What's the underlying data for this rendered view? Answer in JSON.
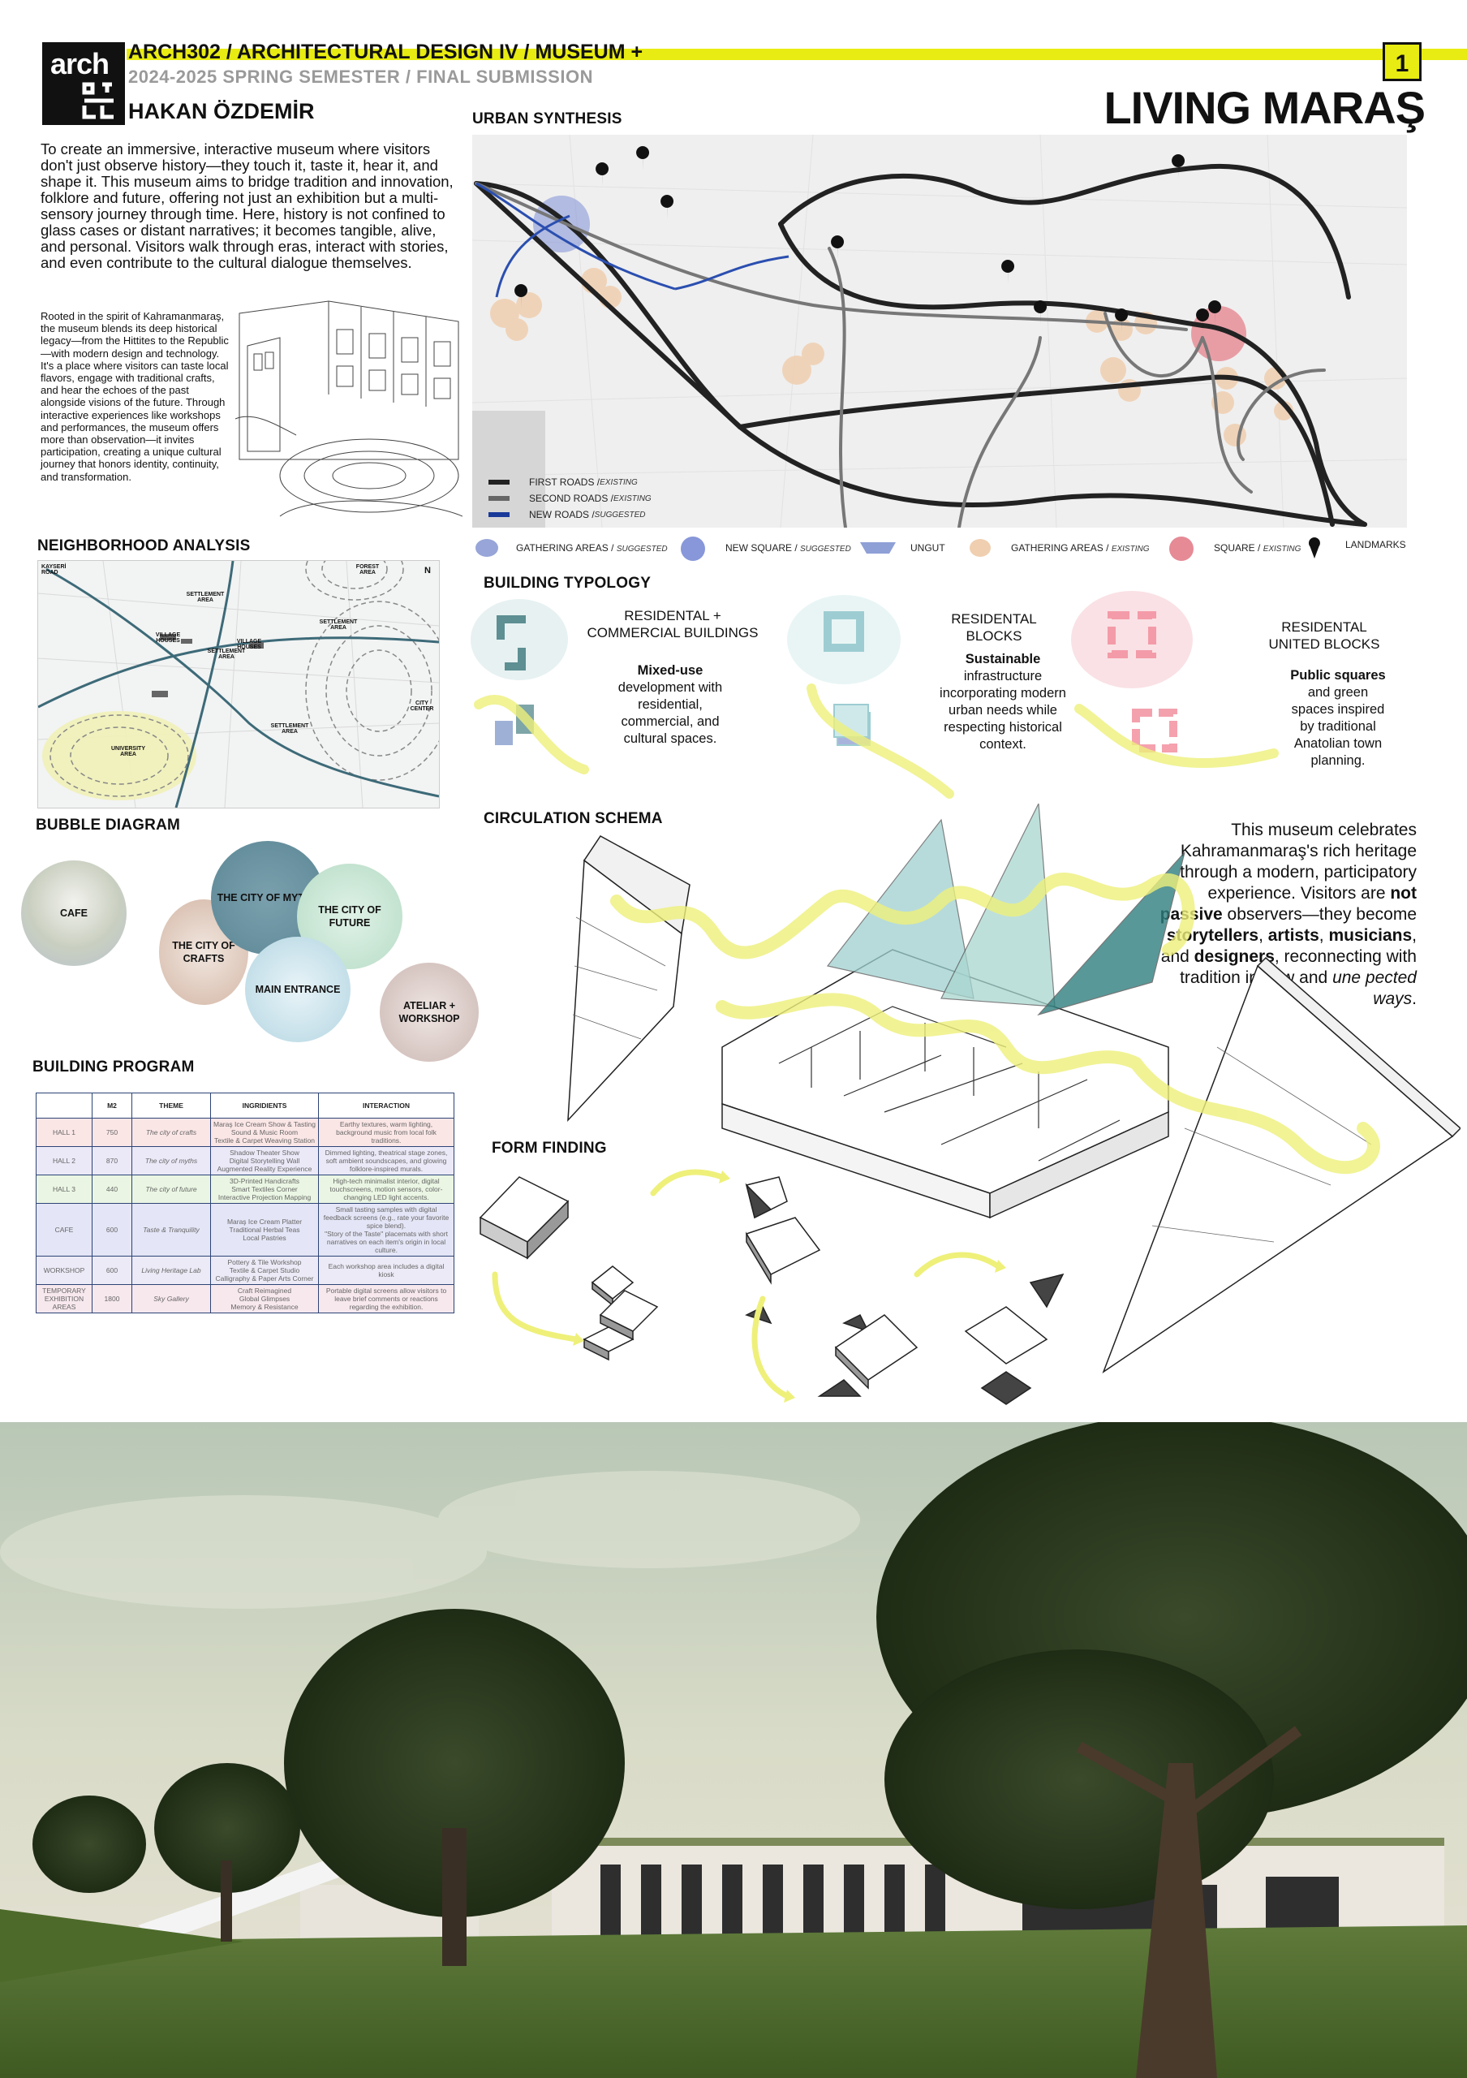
{
  "header": {
    "logo_word": "arch",
    "course": "ARCH302 / ARCHITECTURAL DESIGN IV / MUSEUM +",
    "semester": "2024-2025 SPRING SEMESTER / FINAL SUBMISSION",
    "author": "HAKAN ÖZDEMİR",
    "page_number": "1",
    "title": "LIVING MARAŞ"
  },
  "intro": {
    "paragraph1": "To create an immersive, interactive museum where visitors don't just observe history—they touch it, taste it, hear it, and shape it. This museum aims to bridge tradition and innovation, folklore and future, offering not just an exhibition but a multi-sensory journey through time. Here, history is not confined to glass cases or distant narratives; it becomes tangible, alive, and personal. Visitors walk through eras, interact with stories, and even contribute to the cultural dialogue themselves.",
    "paragraph2": "Rooted in the spirit of Kahramanmaraş, the museum blends its deep historical legacy—from the Hittites to the Republic—with modern design and technology. It's a place where visitors can taste local flavors, engage with traditional crafts, and hear the echoes of the past alongside visions of the future. Through interactive experiences like workshops and performances, the museum offers more than observation—it invites participation, creating a unique cultural journey that honors identity, continuity, and transformation."
  },
  "urban": {
    "title": "URBAN SYNTHESIS",
    "roads": [
      {
        "label": "FIRST ROADS / ",
        "tag": "EXISTING",
        "color": "#222222"
      },
      {
        "label": "SECOND ROADS / ",
        "tag": "EXISTING",
        "color": "#666666"
      },
      {
        "label": "NEW ROADS / ",
        "tag": "SUGGESTED",
        "color": "#1a3a9a"
      }
    ],
    "legend": [
      {
        "label": "GATHERING AREAS / ",
        "tag": "SUGGESTED"
      },
      {
        "label": "NEW SQUARE / ",
        "tag": "SUGGESTED"
      },
      {
        "label": "UNGUT",
        "tag": ""
      },
      {
        "label": "GATHERING AREAS / ",
        "tag": "EXISTING"
      },
      {
        "label": "SQUARE / ",
        "tag": "EXISTING"
      },
      {
        "label": "LANDMARKS",
        "tag": ""
      }
    ]
  },
  "neighborhood": {
    "title": "NEIGHBORHOOD ANALYSIS",
    "labels": [
      "KAYSERİ ROAD",
      "FOREST AREA",
      "SETTLEMENT AREA",
      "VILLAGE HOUSES",
      "SETTLEMENT AREA",
      "VILLAGE HOUSES",
      "SETTLEMENT AREA",
      "CITY CENTER",
      "SETTLEMENT AREA",
      "UNIVERSITY AREA",
      "N"
    ]
  },
  "typology": {
    "title": "BUILDING TYPOLOGY",
    "items": [
      {
        "name": "RESIDENTAL + COMMERCIAL BUILDINGS",
        "bold": "Mixed-use",
        "body": " development with residential, commercial, and cultural spaces."
      },
      {
        "name": "RESIDENTAL BLOCKS",
        "bold": "Sustainable",
        "body": " infrastructure incorporating modern urban needs while respecting historical context."
      },
      {
        "name": "RESIDENTAL UNITED BLOCKS",
        "bold": "Public squares",
        "body": " and green spaces inspired by traditional Anatolian town planning."
      }
    ]
  },
  "circulation": {
    "title": "CIRCULATION SCHEMA",
    "text_parts": [
      {
        "t": "This museum celebrates Kahramanmaraş's rich heritage through a modern, participatory experience. Visitors are ",
        "b": false,
        "i": false
      },
      {
        "t": "not passive",
        "b": true,
        "i": false
      },
      {
        "t": " observers—they become ",
        "b": false,
        "i": false
      },
      {
        "t": "storytellers",
        "b": true,
        "i": false
      },
      {
        "t": ", ",
        "b": false,
        "i": false
      },
      {
        "t": "artists",
        "b": true,
        "i": false
      },
      {
        "t": ", ",
        "b": false,
        "i": false
      },
      {
        "t": "musicians",
        "b": true,
        "i": false
      },
      {
        "t": ", and ",
        "b": false,
        "i": false
      },
      {
        "t": "designers",
        "b": true,
        "i": false
      },
      {
        "t": ", reconnecting with tradition in new and ",
        "b": false,
        "i": false
      },
      {
        "t": "une pected ways",
        "b": false,
        "i": true
      },
      {
        "t": ".",
        "b": false,
        "i": false
      }
    ]
  },
  "bubble": {
    "title": "BUBBLE DIAGRAM",
    "items": [
      {
        "label": "CAFE",
        "color": "#c9cfc0"
      },
      {
        "label": "THE CITY OF MYTHS",
        "color": "#5d8796"
      },
      {
        "label": "THE CITY OF FUTURE",
        "color": "#b8dcc6"
      },
      {
        "label": "THE CITY OF CRAFTS",
        "color": "#d4b7a6"
      },
      {
        "label": "MAIN ENTRANCE",
        "color": "#b5d6e2"
      },
      {
        "label": "ATELIAR + WORKSHOP",
        "color": "#cbb7b2"
      }
    ]
  },
  "program": {
    "title": "BUILDING PROGRAM",
    "headers": [
      "",
      "M2",
      "THEME",
      "INGRIDIENTS",
      "INTERACTION"
    ],
    "rows": [
      {
        "name": "HALL 1",
        "m2": "750",
        "theme": "The city of crafts",
        "ingredients": "Maraş Ice Cream Show & Tasting\nSound & Music Room\nTextile & Carpet Weaving Station",
        "interaction": "Earthy textures, warm lighting, background music from local folk traditions.",
        "color": "#fbe6e6"
      },
      {
        "name": "HALL 2",
        "m2": "870",
        "theme": "The city of myths",
        "ingredients": "Shadow Theater Show\nDigital Storytelling Wall\nAugmented Reality Experience",
        "interaction": "Dimmed lighting, theatrical stage zones, soft ambient soundscapes, and glowing folklore-inspired murals.",
        "color": "#ebe9f7"
      },
      {
        "name": "HALL 3",
        "m2": "440",
        "theme": "The city of future",
        "ingredients": "3D-Printed Handicrafts\nSmart Textiles Corner\nInteractive Projection Mapping",
        "interaction": "High-tech minimalist interior, digital touchscreens, motion sensors, color-changing LED light accents.",
        "color": "#eaf6e3"
      },
      {
        "name": "CAFE",
        "m2": "600",
        "theme": "Taste & Tranquility",
        "ingredients": "Maraş Ice Cream Platter\nTraditional Herbal Teas\nLocal Pastries",
        "interaction": "Small tasting samples with digital feedback screens (e.g., rate your favorite spice blend).\n\"Story of the Taste\" placemats with short narratives on each item's origin in local culture.",
        "color": "#e4e5f6"
      },
      {
        "name": "WORKSHOP",
        "m2": "600",
        "theme": "Living Heritage Lab",
        "ingredients": "Pottery & Tile Workshop\nTextile & Carpet Studio\nCalligraphy & Paper Arts Corner",
        "interaction": "Each workshop area includes a digital kiosk",
        "color": "#eceaf6"
      },
      {
        "name": "TEMPORARY EXHIBITION AREAS",
        "m2": "1800",
        "theme": "Sky Gallery",
        "ingredients": "Craft Reimagined\nGlobal Glimpses\nMemory & Resistance",
        "interaction": "Portable digital screens allow visitors to leave brief comments or reactions regarding the exhibition.",
        "color": "#f7e8ee"
      }
    ]
  },
  "form": {
    "title": "FORM FINDING"
  }
}
